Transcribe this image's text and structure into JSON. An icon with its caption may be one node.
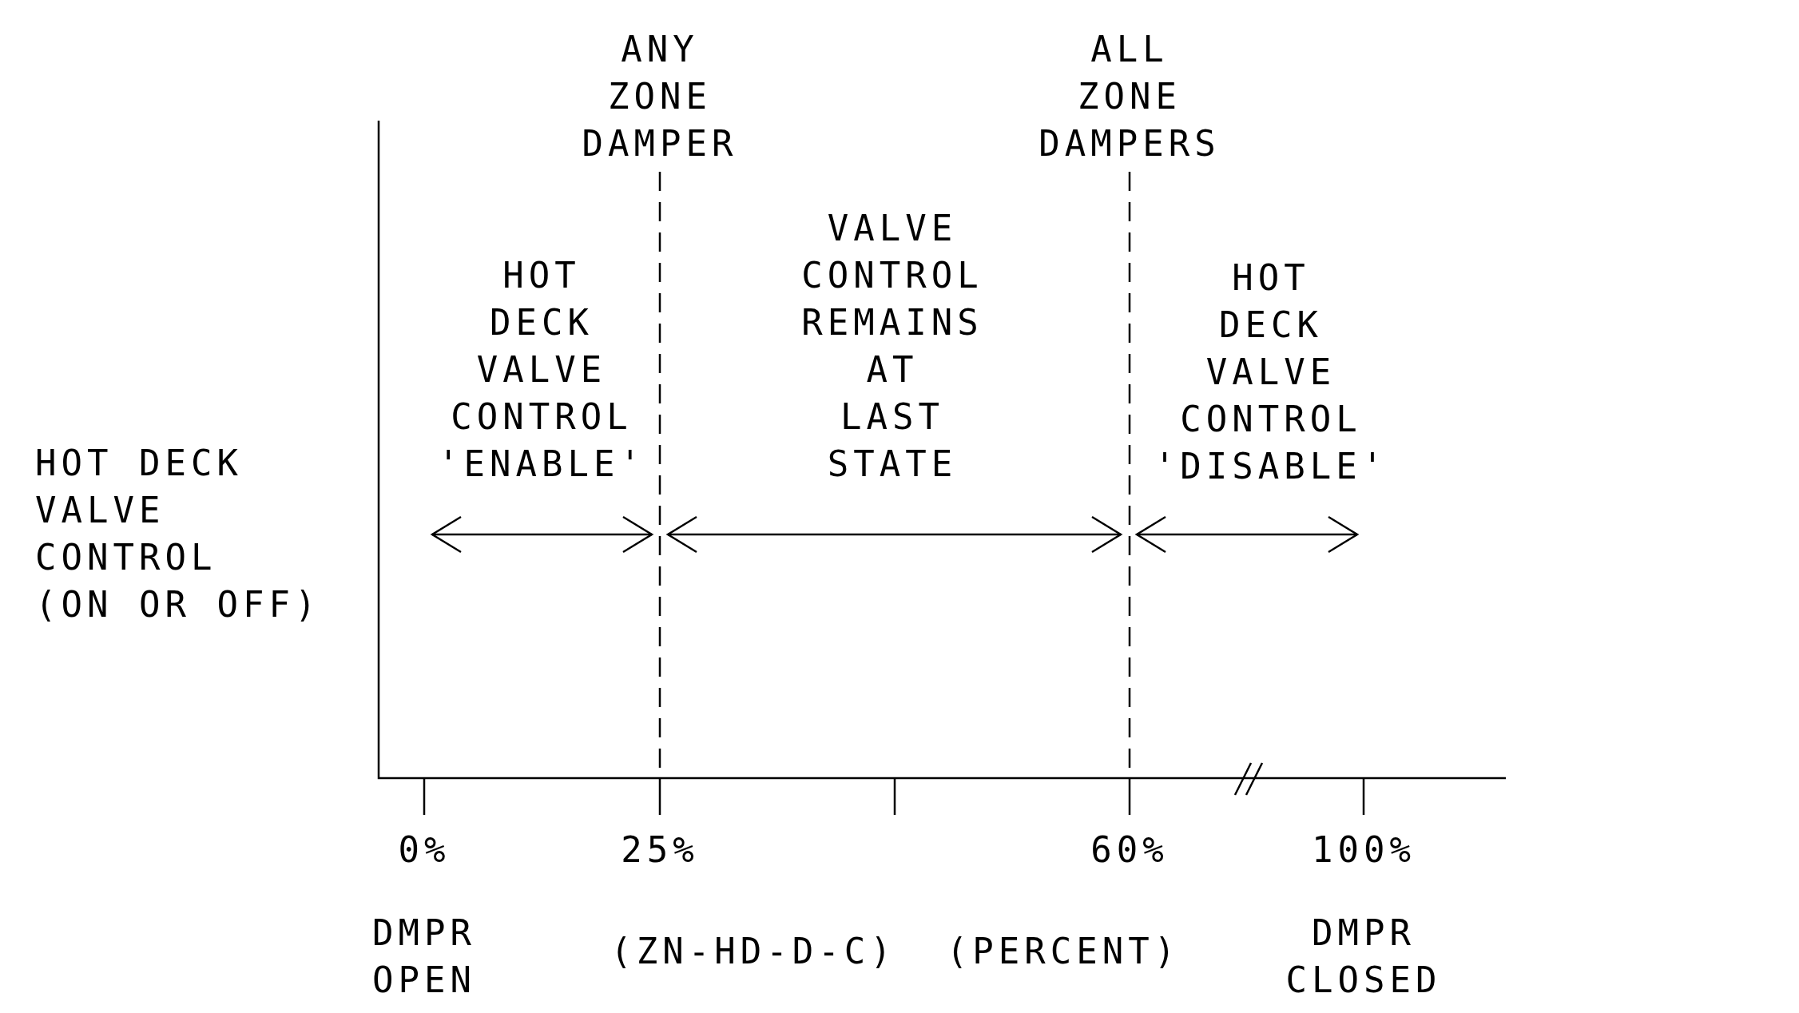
{
  "diagram": {
    "labels": [
      "ANY ZONE DAMPER",
      "ALL ZONE DAMPERS",
      "HOT DECK VALVE CONTROL 'ENABLE'",
      "VALVE CONTROL REMAINS AT LAST STATE",
      "HOT DECK VALVE CONTROL 'DISABLE'",
      "HOT DECK VALVE CONTROL (ON OR OFF)",
      "0%",
      "25%",
      "60%",
      "100%",
      "DMPR OPEN",
      "(ZN-HD-D-C)",
      "(PERCENT)",
      "DMPR CLOSED"
    ]
  }
}
